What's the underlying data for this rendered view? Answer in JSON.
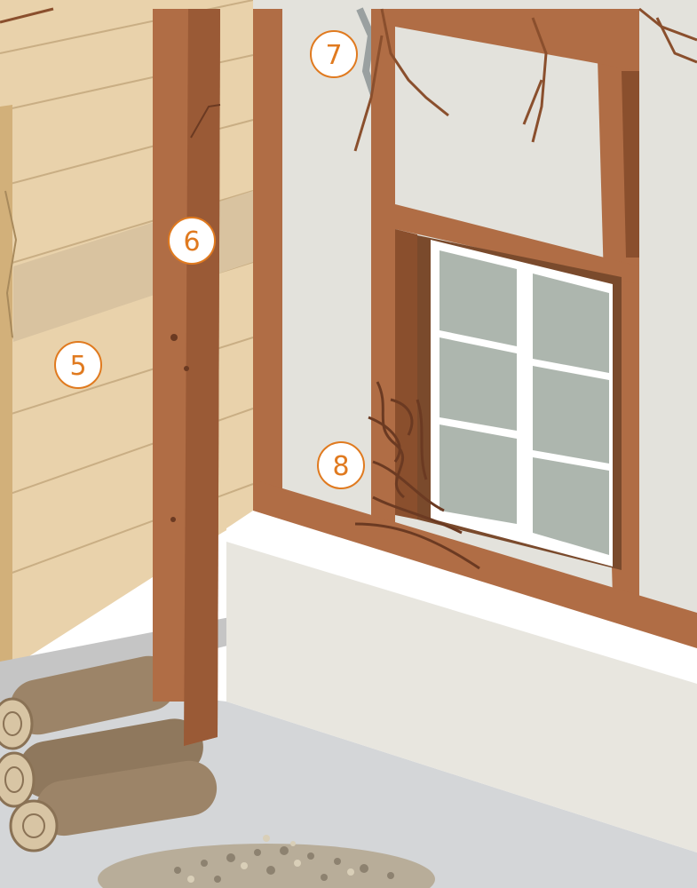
{
  "markers": [
    {
      "id": "marker-5",
      "label": "5"
    },
    {
      "id": "marker-6",
      "label": "6"
    },
    {
      "id": "marker-7",
      "label": "7"
    },
    {
      "id": "marker-8",
      "label": "8"
    }
  ],
  "colors": {
    "accent": "#e07a1f",
    "timber": "#b06d45",
    "timber_dark": "#8a4f2d",
    "siding": "#e9d2ab",
    "siding_damaged": "#d9c3a0",
    "wall_plaster": "#e3e2dc",
    "plinth": "#e8e6df",
    "ground": "#d4d6d8",
    "window_glass": "#adb6ae",
    "window_frame": "#ffffff",
    "log": "#9c8468",
    "crack": "#6b3a22"
  }
}
